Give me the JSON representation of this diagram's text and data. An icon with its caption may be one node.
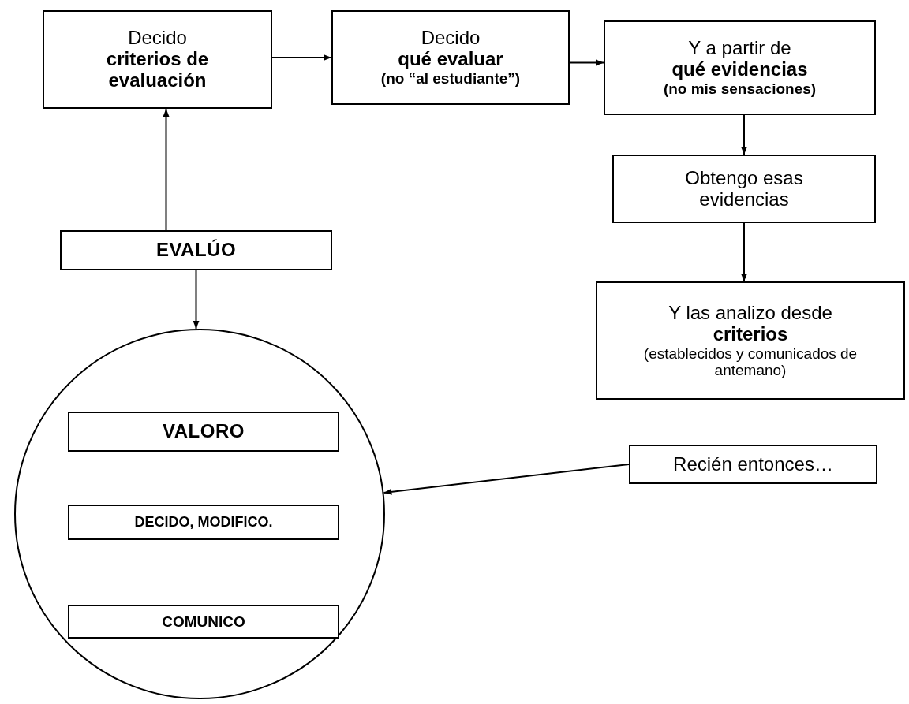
{
  "diagram": {
    "nodes": [
      {
        "text": [
          "Decido",
          "criterios de evaluación"
        ]
      },
      {
        "text": [
          "Decido",
          "qué evaluar",
          "(no “al estudiante”)"
        ]
      },
      {
        "text": [
          "Y a partir de",
          "qué evidencias",
          "(no mis sensaciones)"
        ]
      },
      {
        "text": [
          "Obtengo esas evidencias"
        ]
      },
      {
        "text": [
          "EVALÚO"
        ]
      },
      {
        "text": [
          "Y las analizo desde",
          "criterios",
          "(establecidos y comunicados de antemano)"
        ]
      },
      {
        "text": [],
        "shape": "circle"
      },
      {
        "text": [
          "VALORO"
        ],
        "in": 6
      },
      {
        "text": [
          "DECIDO, MODIFICO."
        ],
        "in": 6
      },
      {
        "text": [
          "COMUNICO"
        ],
        "in": 6
      },
      {
        "text": [
          "Recién entonces…"
        ]
      }
    ],
    "edges": [
      {
        "from": 0,
        "to": 1,
        "arrow": "to"
      },
      {
        "from": 1,
        "to": 2,
        "arrow": "to"
      },
      {
        "from": 2,
        "to": 3,
        "arrow": "to"
      },
      {
        "from": 3,
        "to": 5,
        "arrow": "to"
      },
      {
        "from": 4,
        "to": 0,
        "arrow": "to"
      },
      {
        "from": 4,
        "to": 6,
        "arrow": "to"
      },
      {
        "from": 10,
        "to": 6,
        "arrow": "to"
      }
    ]
  }
}
